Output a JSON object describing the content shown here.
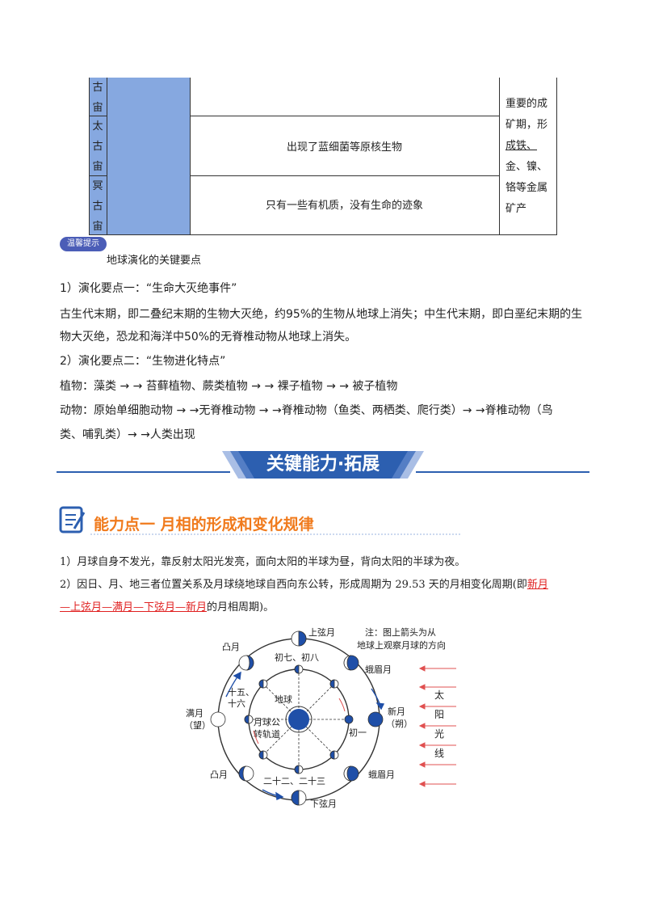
{
  "table": {
    "eras": [
      {
        "chars": [
          "古",
          "宙"
        ]
      },
      {
        "chars": [
          "太",
          "古",
          "宙"
        ]
      },
      {
        "chars": [
          "冥",
          "古",
          "宙"
        ]
      }
    ],
    "row_texts": [
      "",
      "出现了蓝细菌等原核生物",
      "只有一些有机质，没有生命的迹象"
    ],
    "side_lines": [
      "重要的成",
      "矿期，形",
      "成铁、",
      "金、镍、",
      "铬等金属",
      "矿产"
    ]
  },
  "tip": {
    "badge": "温馨提示",
    "title": "地球演化的关键要点",
    "point1_heading": "1）演化要点一：“生命大灭绝事件”",
    "point1_line1": "古生代末期，即二叠纪末期的生物大灭绝，约95%的生物从地球上消失；中生代末期，即白垩纪末期的生",
    "point1_line2": "物大灭绝，恐龙和海洋中50%的无脊椎动物从地球上消失。",
    "point2_heading": "2）演化要点二：“生物进化特点”",
    "plants": "植物：藻类 → → 苔藓植物、蕨类植物 → → 裸子植物 → → 被子植物",
    "animals_line1": "动物：原始单细胞动物 → →无脊椎动物 → →脊椎动物（鱼类、两栖类、爬行类）→ →脊椎动物（鸟",
    "animals_line2": "类、哺乳类）→ →人类出现"
  },
  "section": {
    "title": "关键能力·拓展",
    "ability_title": "能力点一  月相的形成和变化规律",
    "para1": "1）月球自身不发光，靠反射太阳光发亮，面向太阳的半球为昼，背向太阳的半球为夜。",
    "para2_prefix": "2）因日、月、地三者位置关系及月球绕地球自西向东公转，形成周期为 29.53 天的月相变化周期(即",
    "para2_red1": "新月",
    "para2_red2": "—上弦月—满月—下弦月—新月",
    "para2_suffix": "的月相周期)。"
  },
  "diagram": {
    "note_line1": "注：图上箭头为从",
    "note_line2": "地球上观察月球的方向",
    "earth": "地球",
    "orbit_label1": "月球公",
    "orbit_label2": "转轨道",
    "labels": {
      "first_quarter": "上弦月",
      "waxing_crescent": "蛾眉月",
      "new_moon1": "新月",
      "new_moon2": "（朔）",
      "waning_crescent": "蛾眉月",
      "last_quarter": "下弦月",
      "gibbous_bottom": "凸月",
      "full_moon1": "满月",
      "full_moon2": "（望）",
      "gibbous_top": "凸月",
      "day_78": "初七、初八",
      "day_1516a": "十五、",
      "day_1516b": "十六",
      "day_1": "初一",
      "day_2223": "二十二、二十三"
    },
    "sun_chars": [
      "太",
      "阳",
      "光",
      "线"
    ],
    "colors": {
      "moon_dark": "#1f4fa8",
      "arrow_red": "#e05050"
    }
  },
  "colors": {
    "era_fill": "#86a8e0",
    "banner": "#2c5fb0",
    "accent_orange": "#f07a1c"
  }
}
